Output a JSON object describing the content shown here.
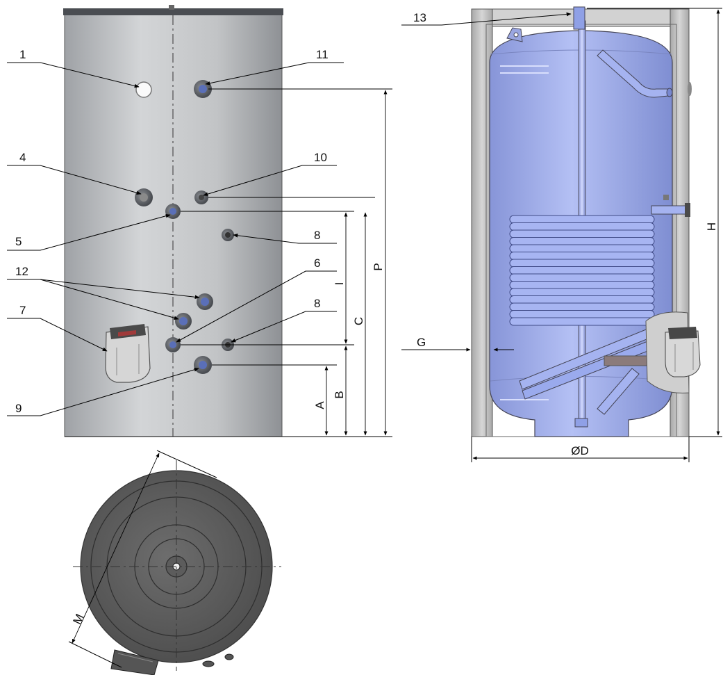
{
  "views": {
    "front": {
      "callouts": [
        "1",
        "11",
        "4",
        "10",
        "5",
        "8",
        "12",
        "6",
        "7",
        "8",
        "9"
      ],
      "dimensions": [
        "A",
        "B",
        "C",
        "I",
        "P"
      ]
    },
    "section": {
      "callouts": [
        "13",
        "G"
      ],
      "dimensions": [
        "H",
        "ØD"
      ]
    },
    "top": {
      "dimensions": [
        "M"
      ]
    }
  },
  "colors": {
    "jacket": "#c4c6c8",
    "tank": "#a9b7ef",
    "coil": "#9eaeee",
    "insulation": "#c9c9c9",
    "top_view": "#5a5a5a"
  }
}
